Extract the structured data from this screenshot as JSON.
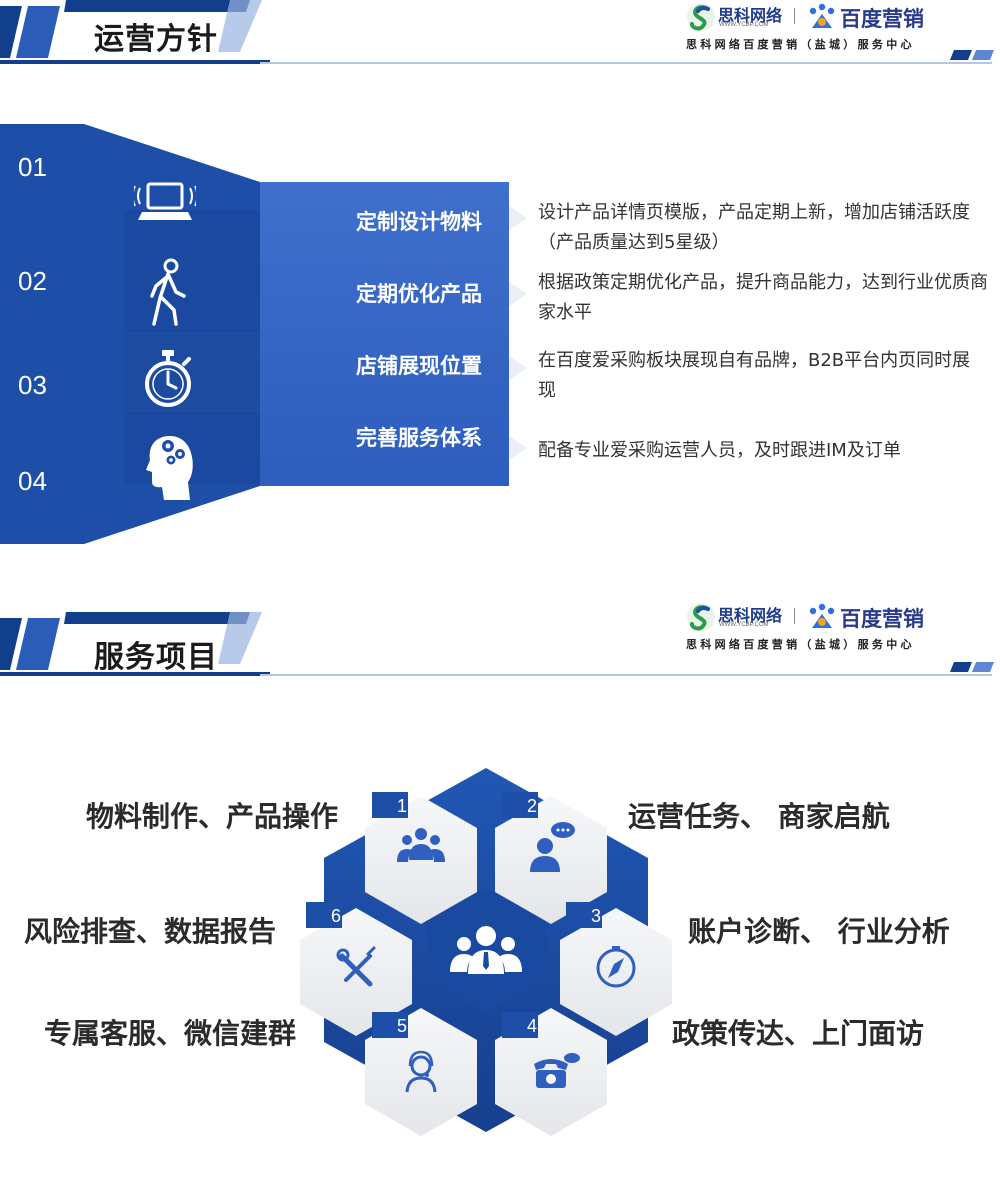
{
  "sections": [
    {
      "title": "运营方针"
    },
    {
      "title": "服务项目"
    }
  ],
  "brand": {
    "name1": "思科网络",
    "url": "WWW.YCBP.COM",
    "name2": "百度营销",
    "subtitle": "思科网络百度营销（盐城）服务中心"
  },
  "policy": {
    "numbers": [
      "01",
      "02",
      "03",
      "04"
    ],
    "items": [
      {
        "title": "定制设计物料",
        "desc": "设计产品详情页模版，产品定期上新，增加店铺活跃度（产品质量达到5星级）"
      },
      {
        "title": "定期优化产品",
        "desc": "根据政策定期优化产品，提升商品能力，达到行业优质商家水平"
      },
      {
        "title": "店铺展现位置",
        "desc": "在百度爱采购板块展现自有品牌，B2B平台内页同时展现"
      },
      {
        "title": "完善服务体系",
        "desc": "配备专业爱采购运营人员，及时跟进IM及订单"
      }
    ],
    "icons": [
      "laptop-icon",
      "walking-person-icon",
      "stopwatch-icon",
      "head-gears-icon"
    ]
  },
  "services": {
    "labels": [
      "物料制作、产品操作",
      "运营任务、 商家启航",
      "账户诊断、 行业分析",
      "政策传达、上门面访",
      "专属客服、微信建群",
      "风险排查、数据报告"
    ],
    "hex_numbers": [
      "1",
      "2",
      "3",
      "4",
      "5",
      "6"
    ],
    "hex_icons": [
      "group-icon",
      "chat-person-icon",
      "compass-icon",
      "telephone-icon",
      "headset-person-icon",
      "tools-icon"
    ],
    "center_icon": "team-icon"
  },
  "colors": {
    "primary": "#1e4fa8",
    "dark_blue": "#123f8c",
    "light_blue": "#4a77d0",
    "hex_gray": "#eeeff2"
  }
}
